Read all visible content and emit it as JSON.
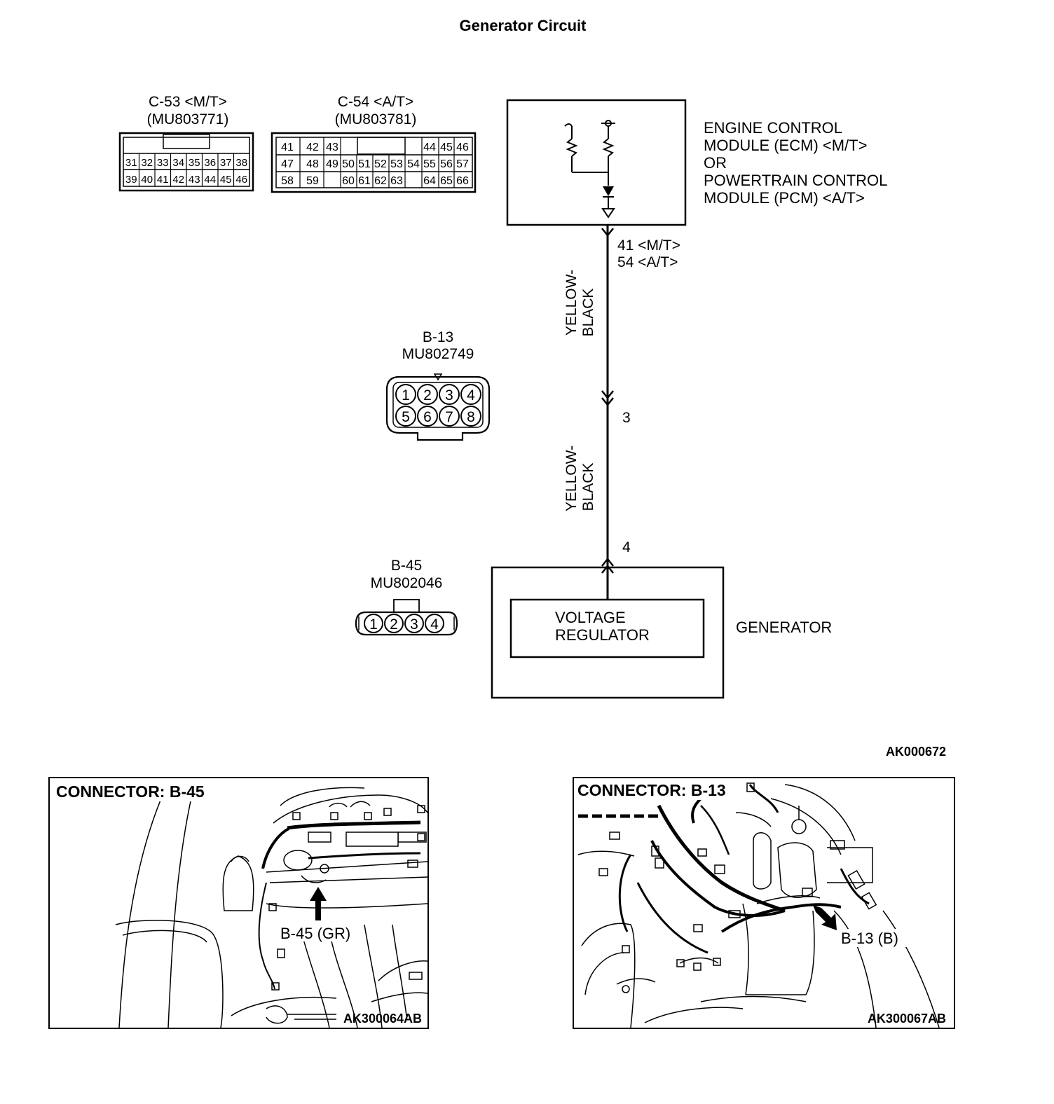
{
  "title": "Generator Circuit",
  "figure_id": "AK000672",
  "connectors": {
    "c53": {
      "label": "C-53 <M/T>",
      "part": "(MU803771)",
      "row1": [
        "31",
        "32",
        "33",
        "34",
        "35",
        "36",
        "37",
        "38"
      ],
      "row2": [
        "39",
        "40",
        "41",
        "42",
        "43",
        "44",
        "45",
        "46"
      ]
    },
    "c54": {
      "label": "C-54 <A/T>",
      "part": "(MU803781)",
      "row1": [
        "41",
        "42",
        "43",
        "44",
        "45",
        "46"
      ],
      "row2": [
        "47",
        "48",
        "49",
        "50",
        "51",
        "52",
        "53",
        "54",
        "55",
        "56",
        "57"
      ],
      "row3": [
        "58",
        "59",
        "60",
        "61",
        "62",
        "63",
        "64",
        "65",
        "66"
      ]
    },
    "b13": {
      "label": "B-13",
      "part": "MU802749",
      "pins": [
        "1",
        "2",
        "3",
        "4",
        "5",
        "6",
        "7",
        "8"
      ]
    },
    "b45": {
      "label": "B-45",
      "part": "MU802046",
      "pins": [
        "1",
        "2",
        "3",
        "4"
      ]
    }
  },
  "ecm": {
    "line1": "ENGINE CONTROL",
    "line2": "MODULE (ECM) <M/T>",
    "line3": "OR",
    "line4": "POWERTRAIN CONTROL",
    "line5": "MODULE (PCM) <A/T>"
  },
  "wire": {
    "pin_mt": "41 <M/T>",
    "pin_at": "54 <A/T>",
    "color_top_1": "YELLOW-",
    "color_top_2": "BLACK",
    "pin_b13": "3",
    "color_bot_1": "YELLOW-",
    "color_bot_2": "BLACK",
    "pin_b45": "4"
  },
  "generator": {
    "label": "GENERATOR",
    "regulator_line1": "VOLTAGE",
    "regulator_line2": "REGULATOR"
  },
  "photo_left": {
    "title": "CONNECTOR: B-45",
    "callout": "B-45 (GR)",
    "code": "AK300064AB"
  },
  "photo_right": {
    "title": "CONNECTOR: B-13",
    "callout": "B-13 (B)",
    "code": "AK300067AB"
  }
}
